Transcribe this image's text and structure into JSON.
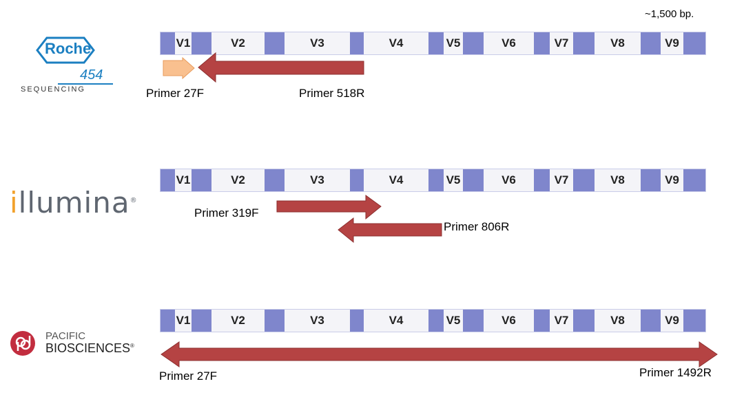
{
  "total_length_label": "~1,500 bp.",
  "regions": [
    "V1",
    "V2",
    "V3",
    "V4",
    "V5",
    "V6",
    "V7",
    "V8",
    "V9"
  ],
  "platforms": [
    {
      "logo": {
        "main": "Roche",
        "number": "454",
        "sub": "SEQUENCING"
      },
      "primers": [
        {
          "label": "Primer 27F",
          "direction": "forward",
          "color": "#f9c08f"
        },
        {
          "label": "Primer 518R",
          "direction": "reverse",
          "color": "#b54343"
        }
      ]
    },
    {
      "logo": {
        "main": "illumina"
      },
      "primers": [
        {
          "label": "Primer 319F",
          "direction": "forward",
          "color": "#b54343"
        },
        {
          "label": "Primer 806R",
          "direction": "reverse",
          "color": "#b54343"
        }
      ]
    },
    {
      "logo": {
        "main_top": "PACIFIC",
        "main_bottom": "BIOSCIENCES",
        "mark": "pb"
      },
      "primers": [
        {
          "label": "Primer 27F",
          "direction": "forward",
          "color": "#b54343"
        },
        {
          "label": "Primer 1492R",
          "direction": "reverse",
          "color": "#b54343"
        }
      ]
    }
  ]
}
